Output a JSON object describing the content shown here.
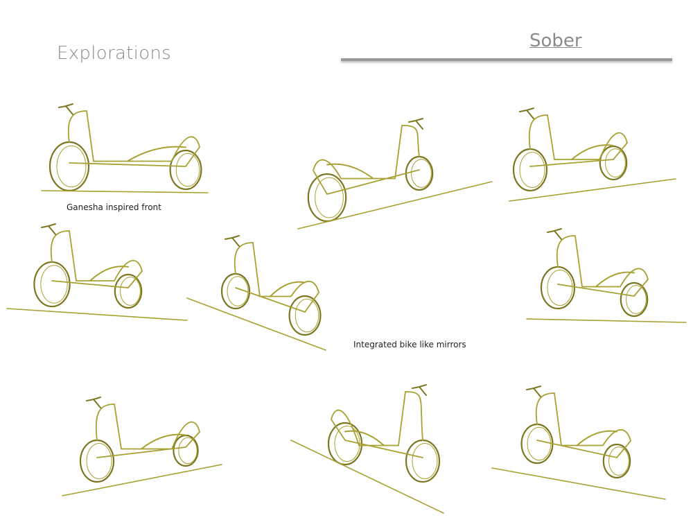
{
  "slide": {
    "title": "Explorations",
    "section_heading": "Sober",
    "captions": [
      "Ganesha inspired front",
      "Integrated bike like mirrors"
    ]
  },
  "colors": {
    "sketch_stroke": "#a8a030",
    "sketch_dark": "#7d7620",
    "title_text": "#8a8a8a",
    "rule": "#999999"
  },
  "sketch_count": 9
}
